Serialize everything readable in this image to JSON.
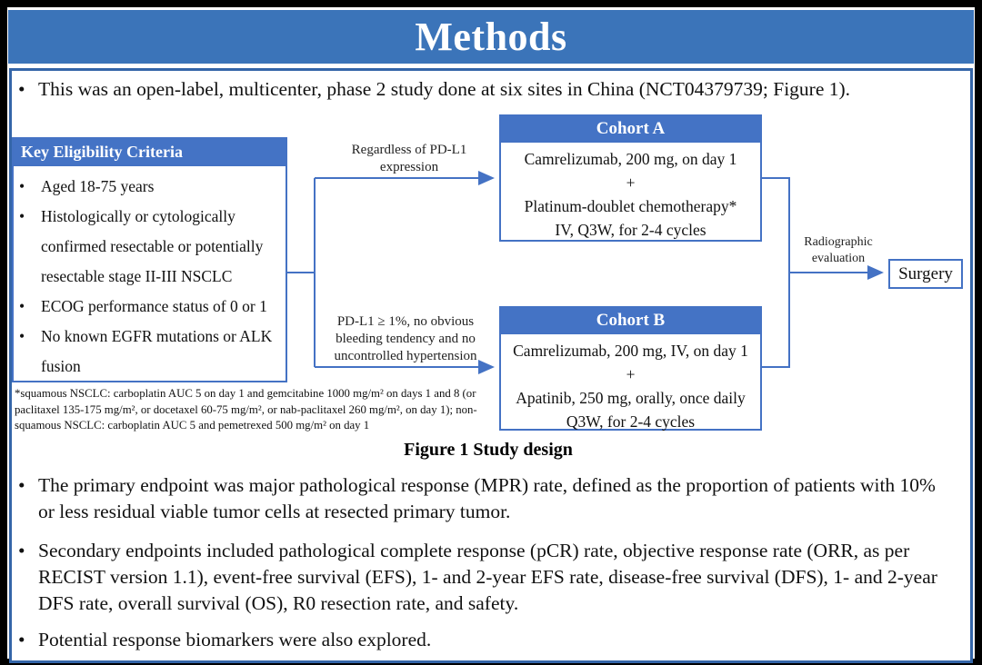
{
  "slide": {
    "title": "Methods",
    "bullets": {
      "intro": "This was an open-label, multicenter, phase 2 study done at six sites in China (NCT04379739; Figure 1).",
      "primary": "The primary endpoint was major pathological response (MPR) rate, defined as the proportion of patients with 10% or less residual viable tumor cells at resected primary tumor.",
      "secondary": "Secondary endpoints included pathological complete response (pCR) rate, objective response rate (ORR, as per RECIST version 1.1), event-free survival (EFS), 1- and 2-year EFS rate, disease-free survival (DFS), 1- and 2-year DFS rate, overall survival (OS), R0 resection rate, and safety.",
      "biomarkers": "Potential response biomarkers were also explored."
    },
    "figure": {
      "caption": "Figure 1 Study design",
      "eligibility": {
        "header": "Key Eligibility Criteria",
        "items": [
          "Aged 18-75 years",
          "Histologically or cytologically confirmed resectable or potentially resectable stage II-III NSCLC",
          "ECOG performance status of 0 or 1",
          "No known EGFR mutations or ALK fusion"
        ]
      },
      "branch_labels": {
        "to_cohort_a": "Regardless of PD-L1 expression",
        "to_cohort_b": "PD-L1 ≥ 1%, no obvious bleeding tendency and no uncontrolled hypertension"
      },
      "cohort_a": {
        "header": "Cohort A",
        "lines": [
          "Camrelizumab, 200 mg, on day 1",
          "+",
          "Platinum-doublet chemotherapy*",
          "IV, Q3W, for 2-4 cycles"
        ]
      },
      "cohort_b": {
        "header": "Cohort B",
        "lines": [
          "Camrelizumab, 200 mg, IV, on day 1",
          "+",
          "Apatinib, 250 mg, orally, once daily",
          "Q3W, for 2-4 cycles"
        ]
      },
      "evaluation_label": "Radiographic evaluation",
      "surgery_label": "Surgery",
      "footnote": "*squamous NSCLC: carboplatin AUC 5 on day 1 and gemcitabine 1000 mg/m² on days 1 and 8 (or paclitaxel 135-175 mg/m², or docetaxel 60-75 mg/m², or nab-paclitaxel 260 mg/m², on day 1); non-squamous NSCLC: carboplatin AUC 5 and pemetrexed 500 mg/m² on day 1"
    },
    "colors": {
      "title_bar_blue": "#3B74B9",
      "box_header_blue": "#4473C5",
      "line_blue": "#4472C4",
      "content_border_blue": "#3465A8"
    }
  }
}
